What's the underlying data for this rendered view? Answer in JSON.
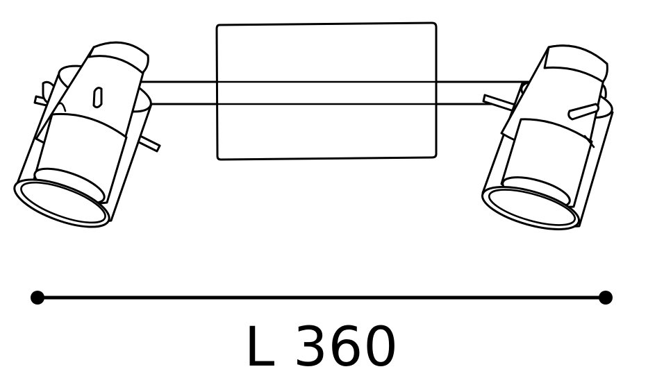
{
  "diagram": {
    "subject": "two-spotlight ceiling fixture line drawing",
    "components": [
      {
        "name": "mounting-plate"
      },
      {
        "name": "bar-arm"
      },
      {
        "name": "left-spotlight"
      },
      {
        "name": "right-spotlight"
      }
    ],
    "dimension": {
      "label": "L 360",
      "axis": "length"
    },
    "colors": {
      "line": "#000000",
      "background": "#ffffff"
    }
  }
}
